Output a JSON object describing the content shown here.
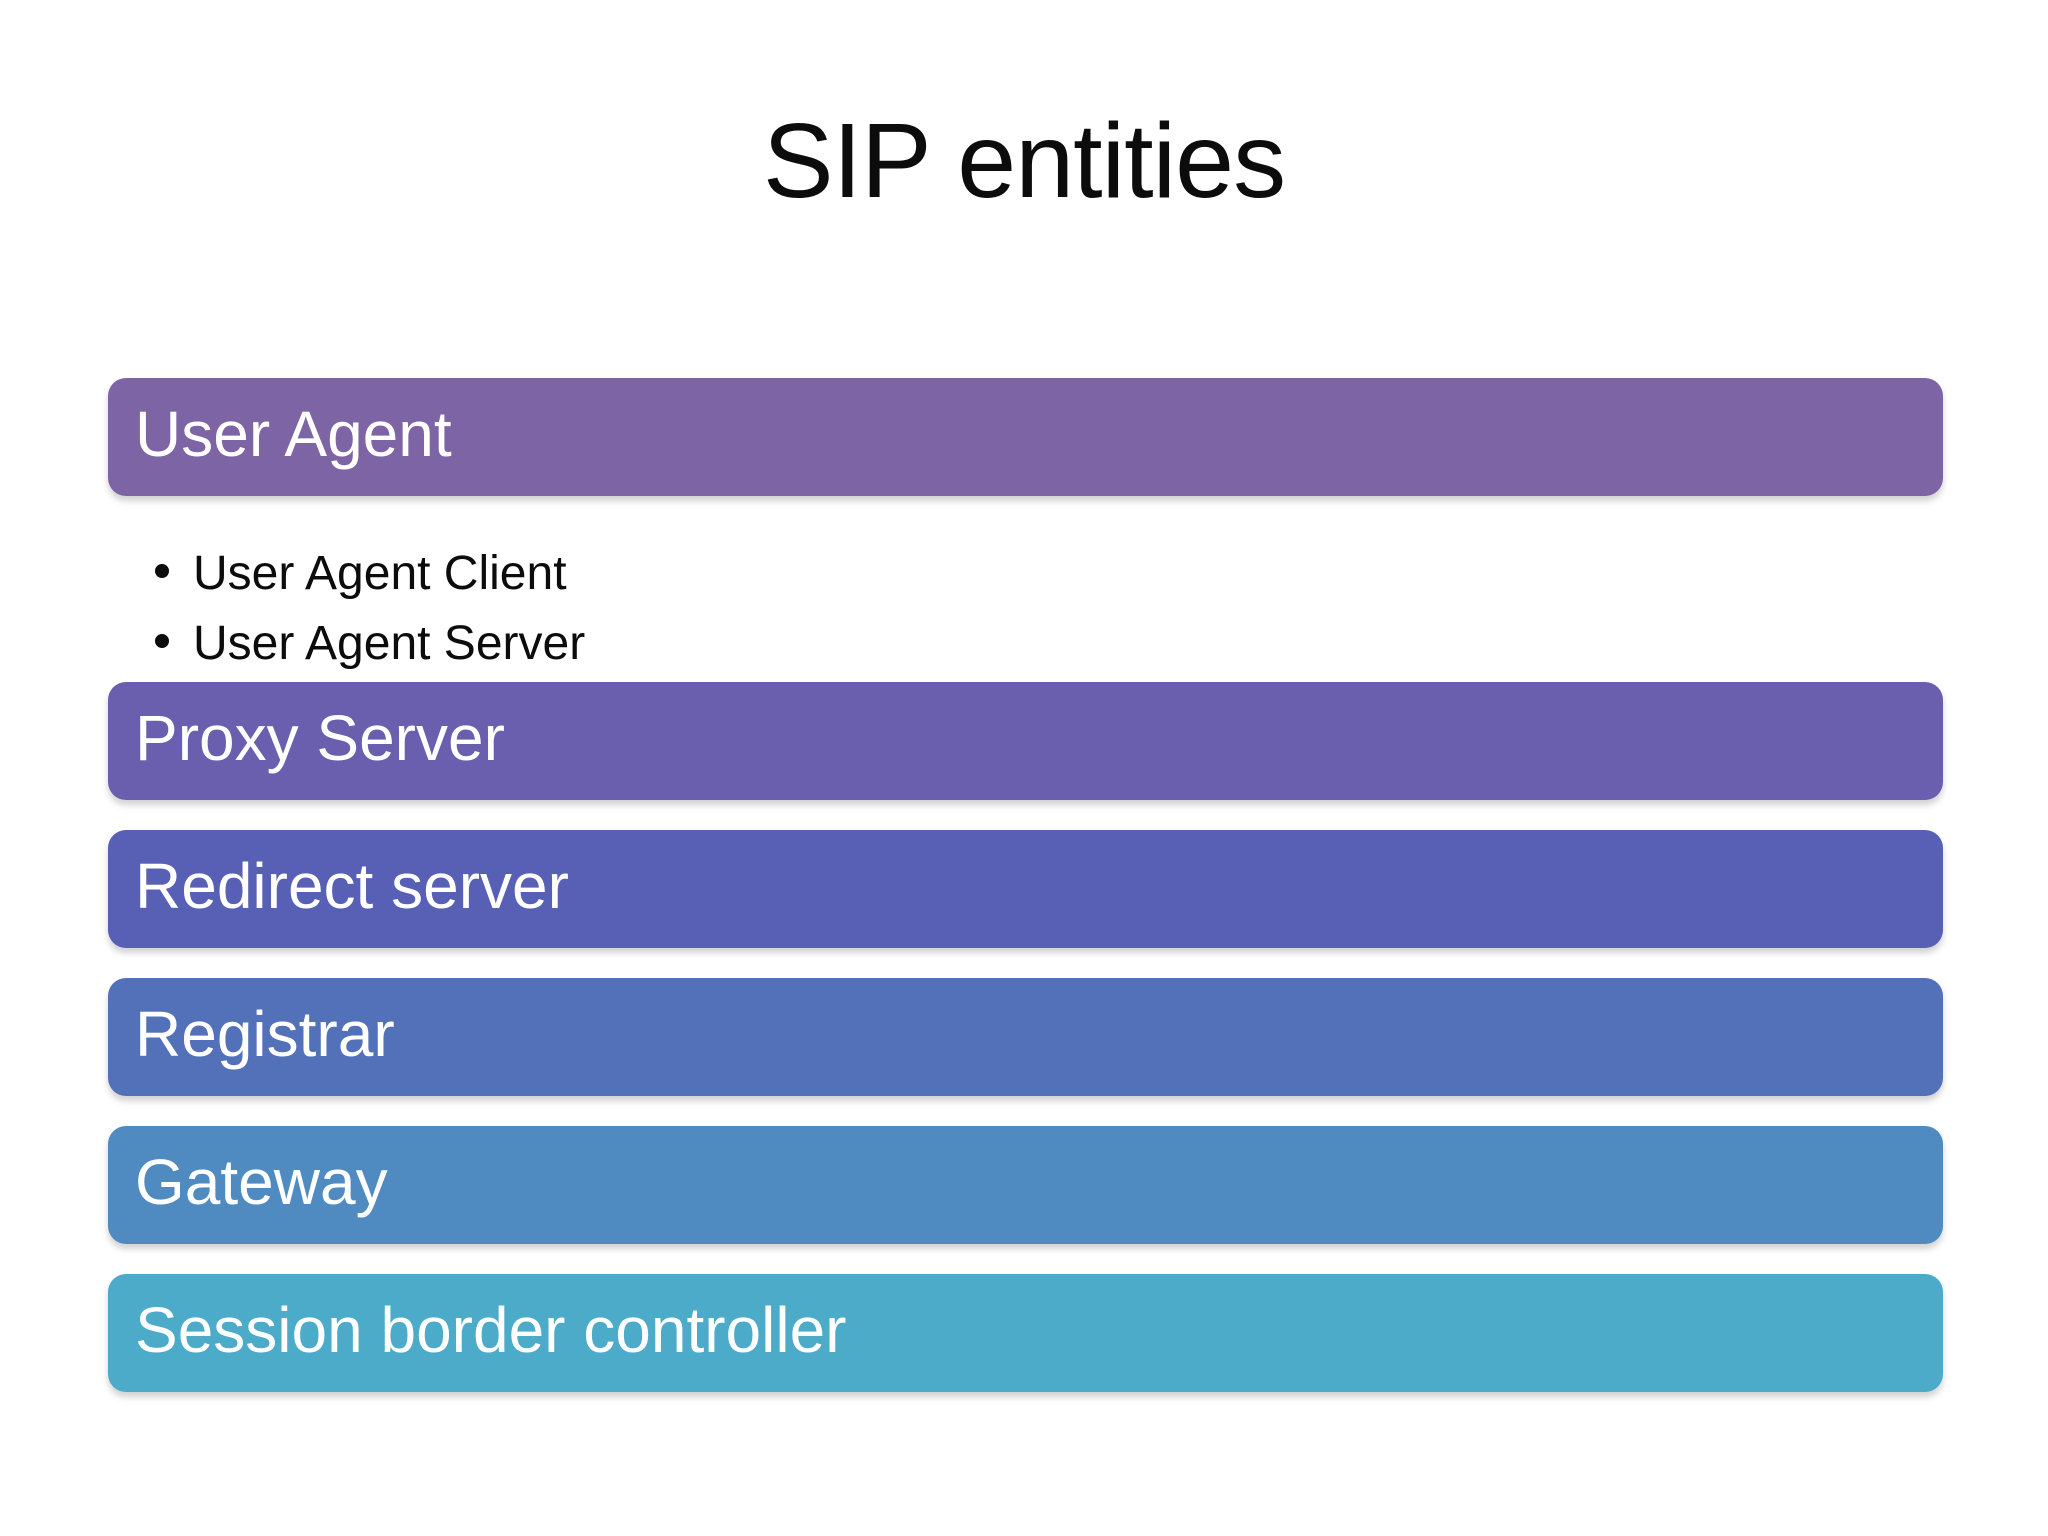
{
  "slide": {
    "title": "SIP entities",
    "background_color": "#ffffff",
    "title_color": "#0c0c0c",
    "bar_text_color": "#ffffff",
    "bullet_text_color": "#0c0c0c"
  },
  "list": {
    "items": [
      {
        "label": "User Agent",
        "color": "#7d64a4",
        "bullets": [
          "User Agent Client",
          "User Agent Server"
        ]
      },
      {
        "label": "Proxy Server",
        "color": "#695fae",
        "bullets": []
      },
      {
        "label": "Redirect server",
        "color": "#5760b4",
        "bullets": []
      },
      {
        "label": "Registrar",
        "color": "#5271b8",
        "bullets": []
      },
      {
        "label": "Gateway",
        "color": "#4f8ac1",
        "bullets": []
      },
      {
        "label": "Session border controller",
        "color": "#4babc9",
        "bullets": []
      }
    ]
  }
}
